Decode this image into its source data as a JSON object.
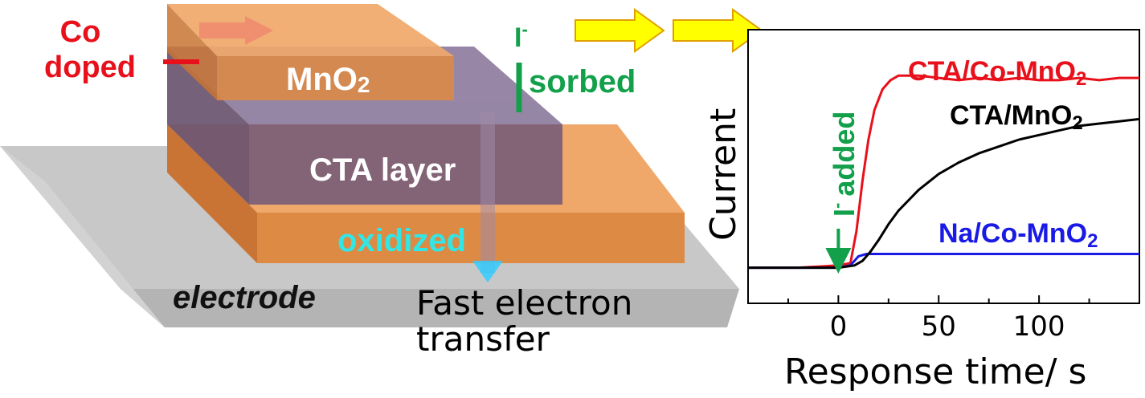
{
  "diagram": {
    "co_label_line1": "Co",
    "co_label_line2": "doped",
    "mno2_label": "MnO",
    "mno2_sub": "2",
    "iodide_symbol": "I",
    "iodide_sup": "-",
    "sorbed_label": "sorbed",
    "cta_layer_label": "CTA layer",
    "oxidized_label": "oxidized",
    "electrode_label": "electrode",
    "fast_line1": "Fast electron",
    "fast_line2": "transfer"
  },
  "colors": {
    "orange_top": "#f0a86a",
    "orange_front": "#dd8a44",
    "orange_side": "#c97434",
    "purple_top": "#8e7c9e",
    "purple_front": "#7a5e78",
    "purple_side": "#6b5470",
    "electrode": "#c8c8c8",
    "red": "#e8101a",
    "green": "#13a04b",
    "cyan": "#33e6e6",
    "yellow": "#ffff00",
    "blue": "#1a1ae6",
    "black": "#000000"
  },
  "chart_data": {
    "type": "line",
    "xlabel": "Response time/ s",
    "ylabel": "Current",
    "x_ticks": [
      0,
      50,
      100
    ],
    "xlim": [
      -45,
      150
    ],
    "ylim": [
      0,
      1
    ],
    "annotation": {
      "text": "added",
      "prefix": "I",
      "prefix_sup": "-",
      "x": 0
    },
    "series": [
      {
        "name": "CTA/Co-MnO",
        "name_sub": "2",
        "color": "#e8101a",
        "x": [
          -45,
          -20,
          0,
          6,
          9,
          12,
          15,
          18,
          22,
          26,
          30,
          40,
          50,
          60,
          70,
          80,
          90,
          100,
          110,
          120,
          130,
          140,
          150
        ],
        "y": [
          0.04,
          0.04,
          0.05,
          0.06,
          0.2,
          0.42,
          0.6,
          0.73,
          0.82,
          0.86,
          0.88,
          0.88,
          0.87,
          0.86,
          0.87,
          0.86,
          0.87,
          0.86,
          0.86,
          0.87,
          0.86,
          0.87,
          0.87
        ]
      },
      {
        "name": "CTA/MnO",
        "name_sub": "2",
        "color": "#000000",
        "x": [
          -45,
          -20,
          0,
          8,
          12,
          16,
          20,
          25,
          30,
          40,
          50,
          60,
          70,
          80,
          90,
          100,
          110,
          120,
          130,
          140,
          150
        ],
        "y": [
          0.04,
          0.04,
          0.04,
          0.05,
          0.07,
          0.11,
          0.16,
          0.23,
          0.29,
          0.38,
          0.45,
          0.5,
          0.54,
          0.57,
          0.6,
          0.62,
          0.64,
          0.66,
          0.67,
          0.68,
          0.69
        ]
      },
      {
        "name": "Na/Co-MnO",
        "name_sub": "2",
        "color": "#1a1ae6",
        "x": [
          -45,
          -20,
          0,
          6,
          10,
          14,
          20,
          40,
          60,
          80,
          100,
          120,
          150
        ],
        "y": [
          0.04,
          0.04,
          0.04,
          0.05,
          0.09,
          0.1,
          0.1,
          0.1,
          0.1,
          0.1,
          0.1,
          0.1,
          0.1
        ]
      }
    ]
  }
}
